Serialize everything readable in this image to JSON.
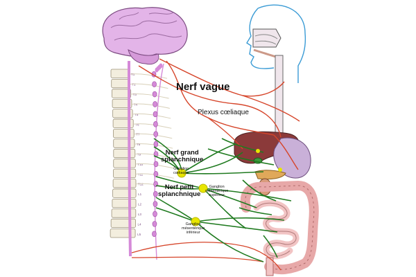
{
  "labels": {
    "nerf_vague": "Nerf vague",
    "plexus_coeliaque": "Plexus cœliaque",
    "nerf_grand_splanchnique": "Nerf grand\nsplanchnique",
    "nerf_petit_splanchnique": "Nerf petit\nsplanchnique",
    "ganglion_coeliaque": "Ganglion\ncœliaque",
    "ganglion_mesenterique_superieur": "Ganglion\nmésentérique\nsupérieur",
    "ganglion_mesenterique_inferieur": "Ganglion\nmésentérique\ninférieur"
  },
  "vertebra_labels": [
    "T1",
    "T2",
    "T3",
    "T4",
    "T5",
    "T6",
    "T7",
    "T8",
    "T9",
    "T10",
    "T11",
    "T12",
    "L1",
    "L2",
    "L3",
    "L4",
    "L5"
  ],
  "colors": {
    "parasympathetic": "#d6452a",
    "sympathetic": "#1f7a1f",
    "ganglion": "#e8e600",
    "brain": "#e3b4e8",
    "spinal_chain": "#d58ad8",
    "bone": "#f3eede",
    "liver": "#8b3a3a",
    "stomach": "#c9b0d8",
    "intestine": "#f2c4c4",
    "head_outline": "#3a9bd5"
  }
}
